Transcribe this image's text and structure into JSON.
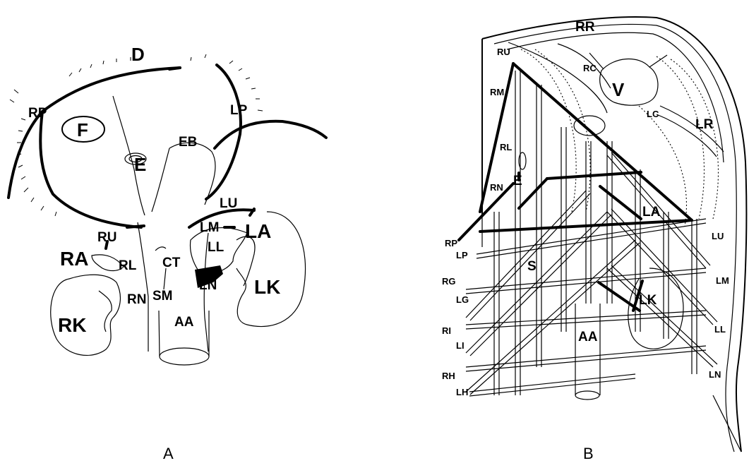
{
  "panel_a": {
    "caption": "A",
    "labels": {
      "D": "D",
      "RP": "RP",
      "LP": "LP",
      "F": "F",
      "E": "E",
      "EB": "EB",
      "LU": "LU",
      "LM": "LM",
      "LA": "LA",
      "LL": "LL",
      "RU": "RU",
      "RA": "RA",
      "RL": "RL",
      "CT": "CT",
      "LN": "LN",
      "LK": "LK",
      "SM": "SM",
      "RN": "RN",
      "RK": "RK",
      "AA": "AA"
    }
  },
  "panel_b": {
    "caption": "B",
    "labels": {
      "RR": "RR",
      "RU": "RU",
      "RC": "RC",
      "V": "V",
      "RM": "RM",
      "LC": "LC",
      "LR": "LR",
      "RL": "RL",
      "E": "E",
      "RN": "RN",
      "LA": "LA",
      "RP": "RP",
      "LU": "LU",
      "LP": "LP",
      "S": "S",
      "RG": "RG",
      "LM": "LM",
      "LG": "LG",
      "LK": "LK",
      "RI": "RI",
      "LL": "LL",
      "LI": "LI",
      "AA": "AA",
      "RH": "RH",
      "LN": "LN",
      "LH": "LH"
    }
  }
}
